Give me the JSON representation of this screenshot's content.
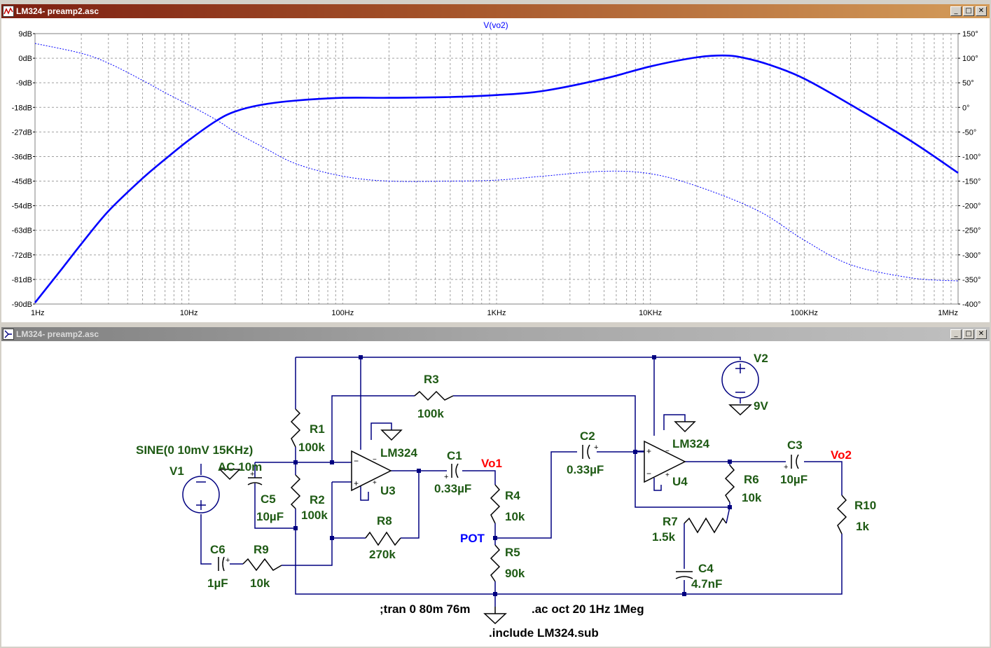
{
  "plot_window": {
    "title": "LM324- preamp2.asc",
    "trace_label": "V(vo2)",
    "colors": {
      "trace": "#0000ff",
      "grid": "#a0a0a0",
      "axis_text": "#000000",
      "trace_label": "#0000ff",
      "title_active": "#7d1f12"
    }
  },
  "chart_data": {
    "type": "line",
    "x_scale": "log",
    "xlim": [
      1,
      1000000
    ],
    "x_ticks": [
      "1Hz",
      "10Hz",
      "100Hz",
      "1KHz",
      "10KHz",
      "100KHz",
      "1MHz"
    ],
    "y_left_ticks": [
      "9dB",
      "0dB",
      "-9dB",
      "-18dB",
      "-27dB",
      "-36dB",
      "-45dB",
      "-54dB",
      "-63dB",
      "-72dB",
      "-81dB",
      "-90dB"
    ],
    "y_left_lim": [
      -90,
      9
    ],
    "y_right_ticks": [
      "150°",
      "100°",
      "50°",
      "0°",
      "-50°",
      "-100°",
      "-150°",
      "-200°",
      "-250°",
      "-300°",
      "-350°",
      "-400°"
    ],
    "y_right_lim": [
      -400,
      150
    ],
    "grid": true,
    "series": [
      {
        "name": "V(vo2)",
        "style": "solid",
        "x": [
          1,
          1.5,
          2,
          3,
          5,
          7,
          10,
          15,
          20,
          30,
          50,
          100,
          200,
          500,
          1000,
          2000,
          5000,
          10000,
          20000,
          30000,
          40000,
          60000,
          100000,
          200000,
          500000,
          1000000
        ],
        "values": [
          -89.5,
          -77,
          -68,
          -56,
          -44,
          -37,
          -30,
          -23,
          -19.5,
          -17,
          -15.5,
          -14.5,
          -14.5,
          -14.2,
          -13.5,
          -12,
          -7.5,
          -3,
          0.3,
          1,
          0.2,
          -2.5,
          -7.5,
          -17,
          -30.5,
          -42
        ]
      },
      {
        "name": "V(vo2) phase",
        "style": "dotted",
        "x": [
          1,
          2,
          3,
          5,
          7,
          10,
          15,
          20,
          30,
          50,
          100,
          200,
          500,
          1000,
          2000,
          5000,
          10000,
          20000,
          50000,
          100000,
          200000,
          500000,
          1000000
        ],
        "values": [
          130,
          110,
          90,
          55,
          30,
          5,
          -25,
          -50,
          -80,
          -115,
          -140,
          -150,
          -150,
          -148,
          -140,
          -130,
          -135,
          -160,
          -210,
          -270,
          -320,
          -347,
          -353
        ]
      }
    ]
  },
  "schematic_window": {
    "title": "LM324- preamp2.asc",
    "components": [
      {
        "id": "R1",
        "ref": "R1",
        "value": "100k"
      },
      {
        "id": "R2",
        "ref": "R2",
        "value": "100k"
      },
      {
        "id": "R3",
        "ref": "R3",
        "value": "100k"
      },
      {
        "id": "R4",
        "ref": "R4",
        "value": "10k"
      },
      {
        "id": "R5",
        "ref": "R5",
        "value": "90k"
      },
      {
        "id": "R6",
        "ref": "R6",
        "value": "10k"
      },
      {
        "id": "R7",
        "ref": "R7",
        "value": "1.5k"
      },
      {
        "id": "R8",
        "ref": "R8",
        "value": "270k"
      },
      {
        "id": "R9",
        "ref": "R9",
        "value": "10k"
      },
      {
        "id": "R10",
        "ref": "R10",
        "value": "1k"
      },
      {
        "id": "C1",
        "ref": "C1",
        "value": "0.33µF"
      },
      {
        "id": "C2",
        "ref": "C2",
        "value": "0.33µF"
      },
      {
        "id": "C3",
        "ref": "C3",
        "value": "10µF"
      },
      {
        "id": "C4",
        "ref": "C4",
        "value": "4.7nF"
      },
      {
        "id": "C5",
        "ref": "C5",
        "value": "10µF"
      },
      {
        "id": "C6",
        "ref": "C6",
        "value": "1µF"
      },
      {
        "id": "V1",
        "ref": "V1",
        "value": "SINE(0 10mV 15KHz)",
        "ac": "AC 10m"
      },
      {
        "id": "V2",
        "ref": "V2",
        "value": "9V"
      },
      {
        "id": "U3",
        "ref": "U3",
        "value": "LM324"
      },
      {
        "id": "U4",
        "ref": "U4",
        "value": "LM324"
      }
    ],
    "net_labels": {
      "vo1": "Vo1",
      "vo2": "Vo2",
      "pot": "POT"
    },
    "directives": {
      "tran": ";tran 0 80m 76m",
      "ac": ".ac oct 20 1Hz 1Meg",
      "include": ".include LM324.sub"
    },
    "colors": {
      "wire": "#000080",
      "component": "#000000",
      "ref_text": "#1e5a14",
      "net_label": "#ff0000",
      "pot_label": "#0000ff",
      "directive": "#000000"
    }
  }
}
